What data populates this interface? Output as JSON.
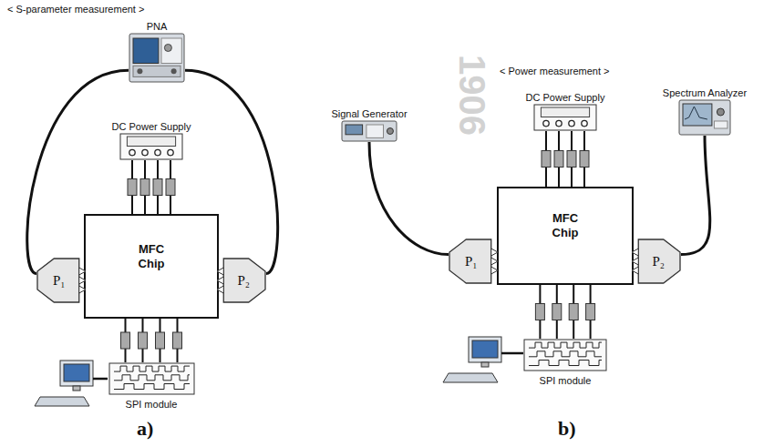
{
  "diagram": {
    "nodes": [
      {
        "text": [
          "PNA"
        ]
      },
      {
        "text": [
          "DC Power Supply"
        ]
      },
      {
        "text": [
          "MFC Chip"
        ]
      },
      {
        "text": [
          "P₁"
        ]
      },
      {
        "text": [
          "P₂"
        ]
      },
      {
        "text": [
          "SPI module"
        ]
      },
      {
        "text": [
          "Signal Generator"
        ]
      },
      {
        "text": [
          "DC Power Supply"
        ]
      },
      {
        "text": [
          "Spectrum Analyzer"
        ]
      },
      {
        "text": [
          "MFC Chip"
        ]
      },
      {
        "text": [
          "P₁"
        ]
      },
      {
        "text": [
          "P₂"
        ]
      },
      {
        "text": [
          "SPI module"
        ]
      }
    ],
    "edges": [
      {
        "from": 0,
        "to": 3,
        "arrow": "none"
      },
      {
        "from": 0,
        "to": 4,
        "arrow": "none"
      },
      {
        "from": 1,
        "to": 2,
        "arrow": "none"
      },
      {
        "from": 2,
        "to": 5,
        "arrow": "none"
      },
      {
        "from": 6,
        "to": 10,
        "arrow": "none"
      },
      {
        "from": 7,
        "to": 9,
        "arrow": "none"
      },
      {
        "from": 9,
        "to": 12,
        "arrow": "none"
      },
      {
        "from": 11,
        "to": 8,
        "arrow": "none"
      }
    ],
    "labels": [
      "< S-parameter measurement >",
      "< Power measurement >",
      "a)",
      "b)",
      "1906"
    ]
  }
}
